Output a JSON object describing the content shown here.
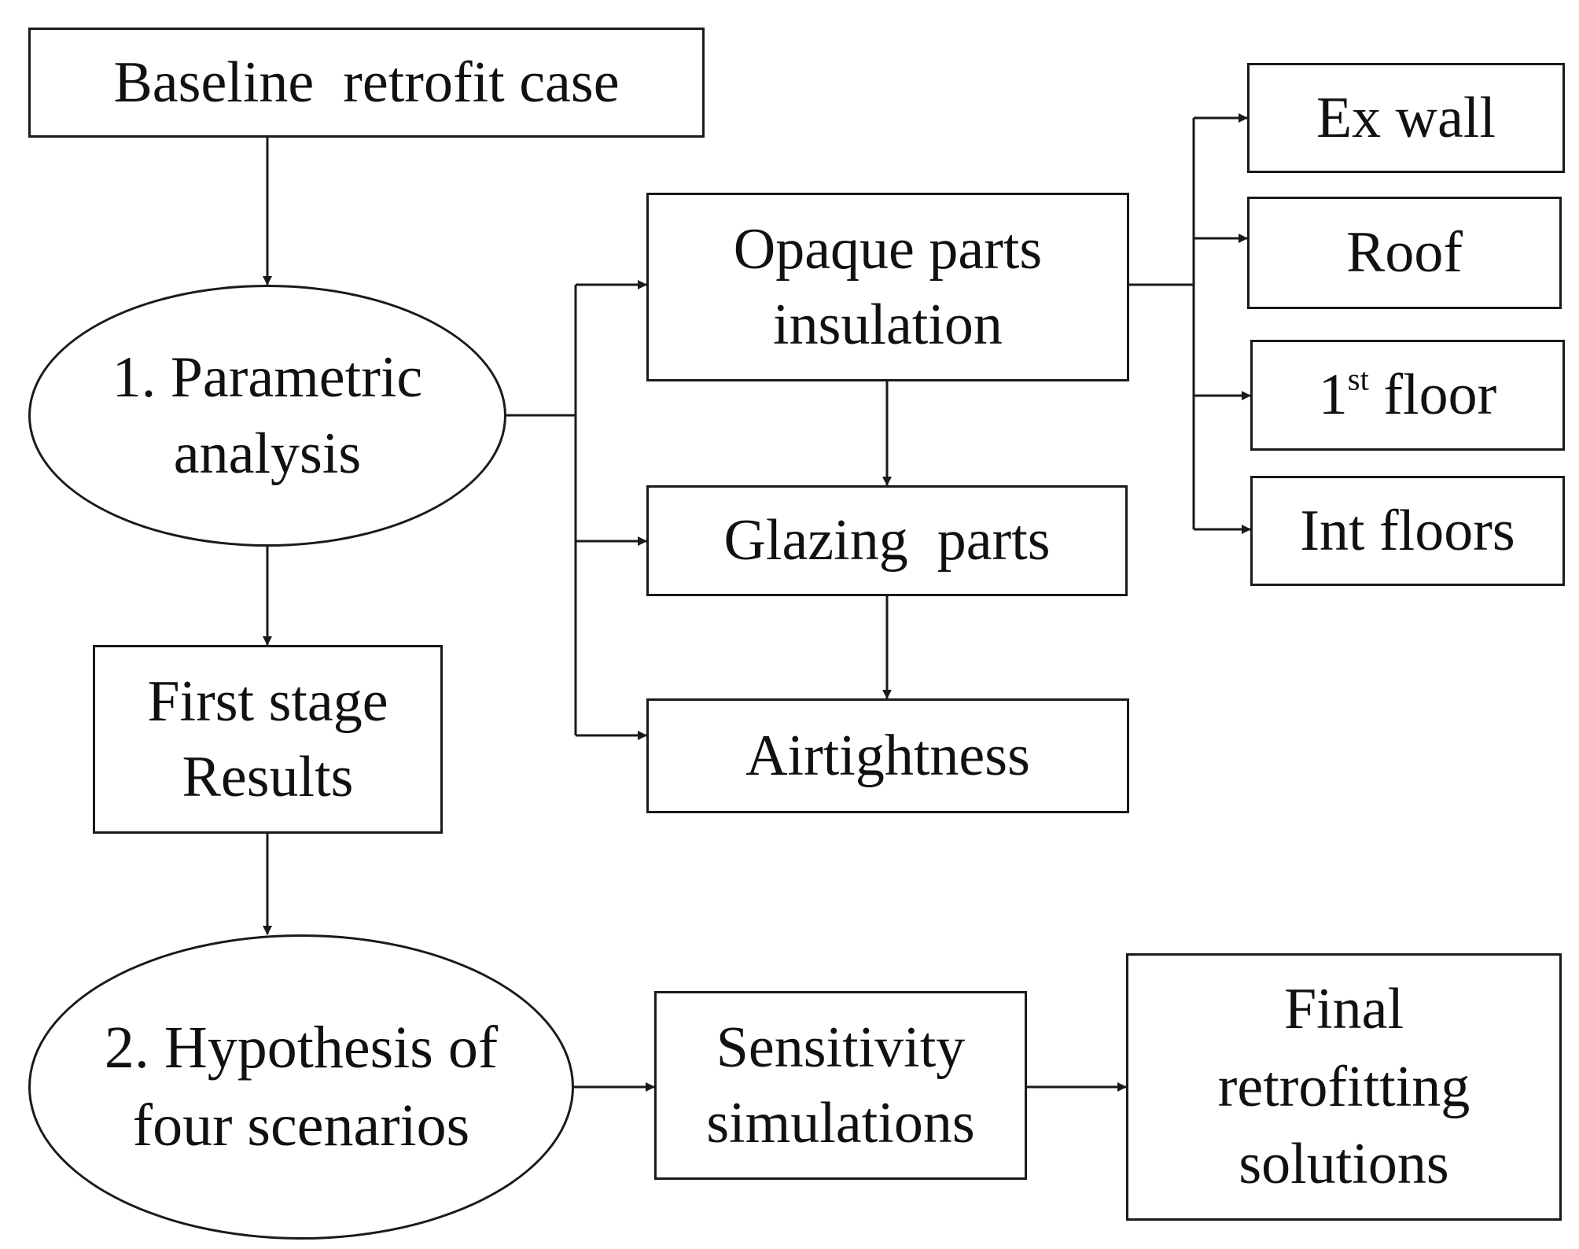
{
  "nodes": {
    "baseline": {
      "label": "Baseline  retrofit case"
    },
    "parametric": {
      "line1": "1. Parametric",
      "line2": "analysis"
    },
    "first_stage": {
      "line1": "First stage",
      "line2": "Results"
    },
    "hypothesis": {
      "line1": "2. Hypothesis of",
      "line2": "four scenarios"
    },
    "opaque": {
      "line1": "Opaque parts",
      "line2": "insulation"
    },
    "glazing": {
      "label": "Glazing  parts"
    },
    "airtightness": {
      "label": "Airtightness"
    },
    "ex_wall": {
      "label": "Ex wall"
    },
    "roof": {
      "label": "Roof"
    },
    "first_floor": {
      "number": "1",
      "sup": "st",
      "rest": " floor"
    },
    "int_floors": {
      "label": "Int floors"
    },
    "sensitivity": {
      "line1": "Sensitivity",
      "line2": "simulations"
    },
    "final": {
      "line1": "Final",
      "line2": "retrofitting",
      "line3": "solutions"
    }
  },
  "colors": {
    "stroke": "#1a1a1a",
    "background": "#ffffff",
    "text": "#111111"
  }
}
